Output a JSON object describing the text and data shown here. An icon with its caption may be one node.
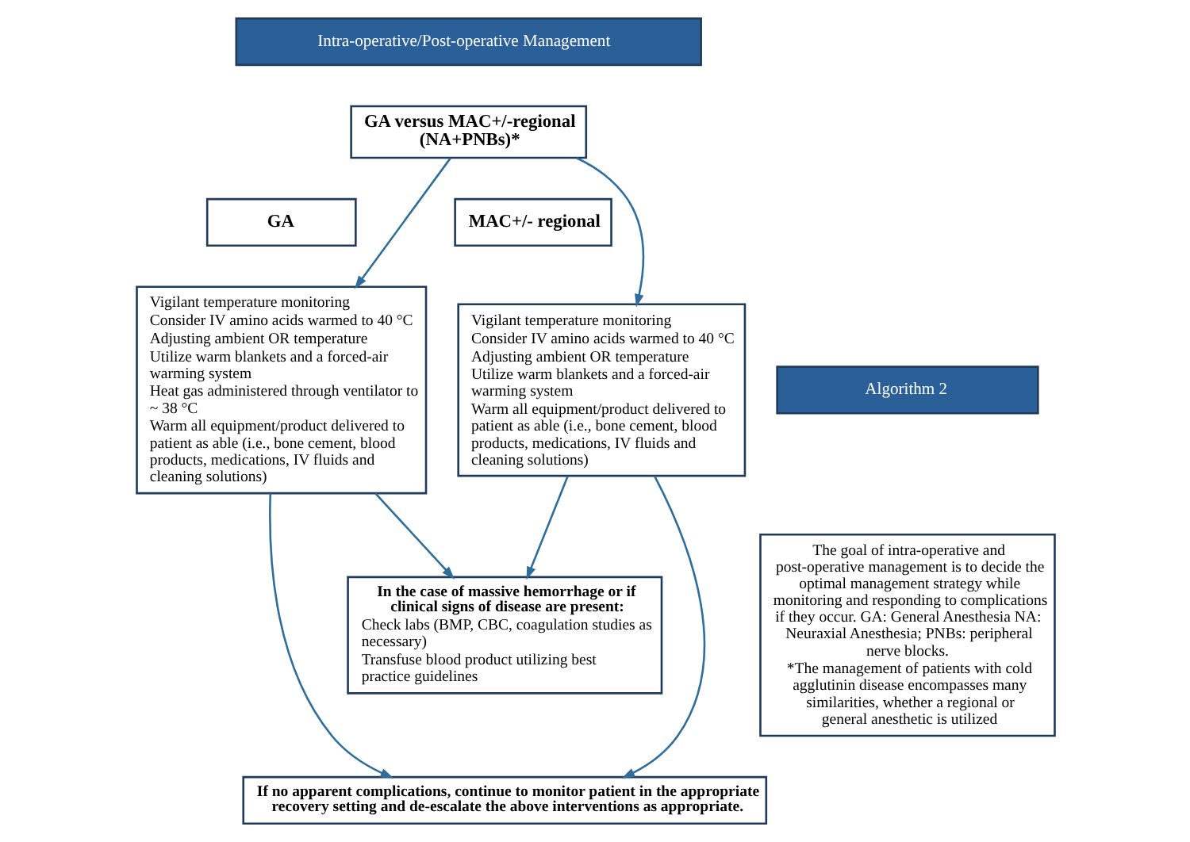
{
  "diagram": {
    "nodes": [
      {
        "text": [
          "Intra-operative/Post-operative Management"
        ]
      },
      {
        "text": [
          "GA versus MAC+/-regional (NA+PNBs)*"
        ]
      },
      {
        "text": [
          "GA"
        ]
      },
      {
        "text": [
          "MAC+/- regional"
        ]
      },
      {
        "text": [
          "Vigilant temperature monitoring",
          "Consider IV amino acids warmed to 40 °C",
          "Adjusting ambient OR temperature",
          "Utilize warm blankets and a forced-air warming system",
          "Heat gas administered through ventilator to ~ 38 °C",
          "Warm all equipment/product delivered to patient as able (i.e., bone cement, blood products, medications, IV fluids and cleaning solutions)"
        ]
      },
      {
        "text": [
          "Vigilant temperature monitoring",
          "Consider IV amino acids warmed to 40 °C",
          "Adjusting ambient OR temperature",
          "Utilize warm blankets and a forced-air warming system",
          "Warm all equipment/product delivered to patient as able (i.e., bone cement, blood products, medications, IV fluids and cleaning solutions)"
        ]
      },
      {
        "text": [
          "In the case of massive hemorrhage or if clinical signs of disease are present:",
          "Check labs (BMP, CBC, coagulation studies as necessary)",
          "Transfuse blood product utilizing best practice guidelines"
        ]
      },
      {
        "text": [
          "If no apparent complications, continue to monitor patient in the appropriate recovery setting and de-escalate the above interventions as appropriate."
        ]
      },
      {
        "text": [
          "Algorithm 2"
        ]
      },
      {
        "text": [
          "The goal of intra-operative and post-operative management is to decide the optimal management strategy while monitoring and responding to complications if they occur. GA: General Anesthesia NA: Neuraxial Anesthesia; PNBs: peripheral nerve blocks.",
          "*The management of patients with cold agglutinin disease encompasses many similarities, whether a regional or general anesthetic is utilized"
        ]
      }
    ],
    "edges": [
      {
        "from": 1,
        "to": 4,
        "arrow": "to"
      },
      {
        "from": 1,
        "to": 5,
        "arrow": "to"
      },
      {
        "from": 4,
        "to": 7,
        "arrow": "to"
      },
      {
        "from": 4,
        "to": 6,
        "arrow": "to"
      },
      {
        "from": 5,
        "to": 6,
        "arrow": "to"
      },
      {
        "from": 5,
        "to": 7,
        "arrow": "to"
      }
    ]
  }
}
